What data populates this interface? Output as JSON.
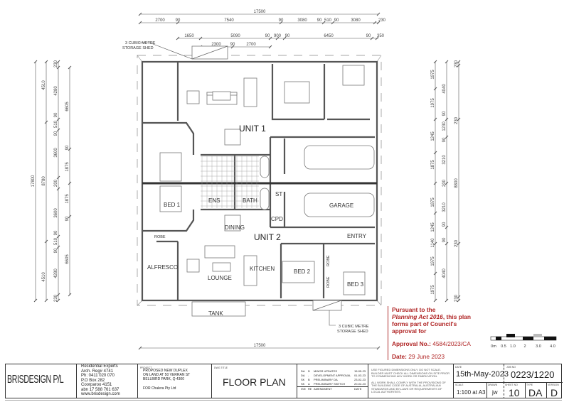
{
  "dimensions": {
    "top": {
      "overall": "17500",
      "row2": [
        "2700",
        "90",
        "7540",
        "90",
        "3080",
        "90",
        "510",
        "90",
        "3080",
        "230"
      ],
      "row3": [
        "1650",
        "5090",
        "90",
        "900",
        "90",
        "6450",
        "90",
        "350"
      ],
      "row4": [
        "2300",
        "90",
        "2700"
      ]
    },
    "bottom": {
      "overall": "17500"
    },
    "left": {
      "col1": [
        "17800"
      ],
      "col2": [
        "4510",
        "8780",
        "4510"
      ],
      "col3": [
        "230",
        "4280",
        "90",
        "510",
        "90",
        "3600",
        "200",
        "3600",
        "90",
        "510",
        "90",
        "4280",
        "230"
      ],
      "col4": [
        "6605",
        "90",
        "1875",
        "1875",
        "90",
        "6605"
      ]
    },
    "right": {
      "col1": [
        "1975",
        "1975",
        "1245",
        "1875",
        "1875",
        "1245",
        "1140",
        "1975",
        "1975"
      ],
      "col2": [
        "4040",
        "90",
        "1230",
        "90",
        "3210",
        "200",
        "3210",
        "90",
        "90",
        "4040"
      ],
      "col3": [
        "230",
        "230",
        "8800",
        "230",
        "230"
      ]
    }
  },
  "plan": {
    "units": [
      "UNIT 1",
      "UNIT 2"
    ],
    "rooms": {
      "bed1": "BED 1",
      "ens": "ENS",
      "bath": "BATH",
      "st": "ST",
      "garage": "GARAGE",
      "cpd": "CPD",
      "dining": "DINING",
      "entry": "ENTRY",
      "alfresco": "ALFRESCO",
      "lounge": "LOUNGE",
      "kitchen": "KITCHEN",
      "bed2": "BED 2",
      "bed3": "BED 3",
      "tank": "TANK",
      "robe": "ROBE"
    },
    "shed_label_line1": "3 CUBIC METRE",
    "shed_label_line2": "STORAGE SHED"
  },
  "approval": {
    "line1": "Pursuant to the",
    "act": "Planning Act 2016",
    "line2_rest": ", this plan",
    "line3": "forms part of Council's",
    "line4": "approval for",
    "approval_label": "Approval No.:",
    "approval_no": "4584/2023/CA",
    "date_label": "Date:",
    "date": "29 June 2023",
    "color": "#b02525"
  },
  "scale_bar": {
    "ticks": [
      "0m",
      "0.5",
      "1.0",
      "2",
      "3.0",
      "4.0"
    ]
  },
  "title_block": {
    "company": "BRISDESIGN P/L",
    "contact": [
      "Residential Experts",
      "Arch. Reg# 4741",
      "Ph: 0411 020 070",
      "P.O Box 282",
      "Coorparoo 4151",
      "abn 17 588 761 637",
      "www.brisdesign.com"
    ],
    "project_label": "PROJECT",
    "project": [
      "PROPOSED NEW DUPLEX",
      "ON LAND AT 50 VERRAN ST",
      "BELLBIRD PARK, Q 4300"
    ],
    "client": "FOR Chalera Pty Ltd",
    "dwg_title_label": "DWG TITLE",
    "dwg_title": "FLOOR PLAN",
    "amendments": [
      {
        "issue": "DA",
        "rev": "D",
        "amendment": "MINOR UPDATES",
        "date": "15-05-23"
      },
      {
        "issue": "DA",
        "rev": "-",
        "amendment": "DEVELOPMENT APPROVAL",
        "date": "01-03-23"
      },
      {
        "issue": "SK",
        "rev": "B",
        "amendment": "PRELIMINARY DA",
        "date": "23-02-23"
      },
      {
        "issue": "SK",
        "rev": "A",
        "amendment": "PRELIMINARY SKETCH",
        "date": "20-02-23"
      }
    ],
    "amend_headers": {
      "issue": "ISSUE",
      "rev": "REV",
      "amendment": "AMENDMENT",
      "date": "DATE"
    },
    "note1": "USE FIGURED DIMENSIONS ONLY. DO NOT SCALE. BUILDER MUST CHECK ALL DIMENSIONS ON SITE PRIOR TO COMMENCING ANY WORK OR FABRICATION.",
    "note2": "ALL WORK SHALL COMPLY WITH THE PROVISIONS OF THE BUILDING CODE OF AUSTRALIA, AUSTRALIAN STANDARDS AND BY-LAWS OR REQUIREMENTS OF LOCAL AUTHORITIES.",
    "date_label": "DATE",
    "date": "15th-May-2023",
    "job_label": "JOB NO",
    "job_no": "0223/1220",
    "scale_label": "SCALE",
    "scale": "1:100 at A3",
    "drawn_label": "DRAWN",
    "drawn": "jw",
    "sheet_label": "SHEET NO",
    "sheet": "10",
    "type_label": "TYPE",
    "type": "DA",
    "version_label": "VERSION",
    "version": "D"
  }
}
